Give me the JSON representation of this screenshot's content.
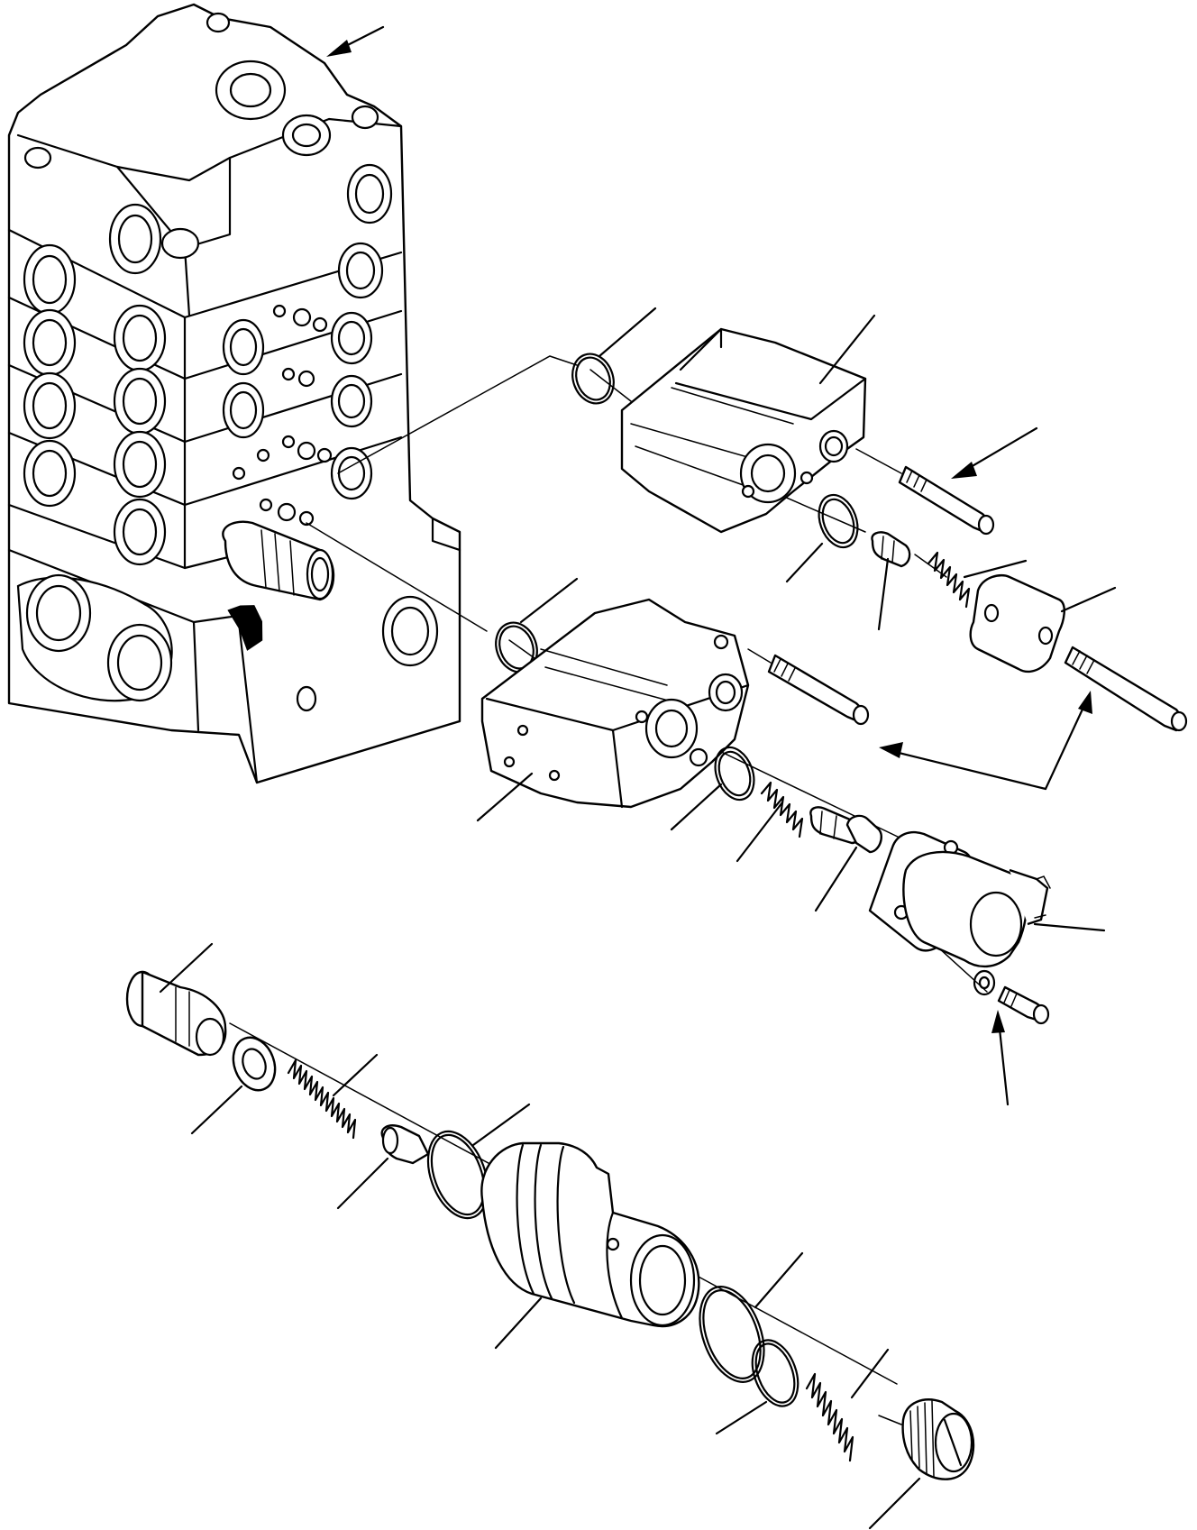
{
  "figure": {
    "description_visible_text": "",
    "callout_count": 22,
    "arrow_count": 7
  },
  "parts": [
    {
      "id": "valve-block-assembly"
    },
    {
      "id": "upper-o-ring"
    },
    {
      "id": "upper-valve-housing"
    },
    {
      "id": "upper-bolt"
    },
    {
      "id": "upper-o-ring-small"
    },
    {
      "id": "upper-valve-spool"
    },
    {
      "id": "upper-spring"
    },
    {
      "id": "upper-cover-plate"
    },
    {
      "id": "cover-bolt"
    },
    {
      "id": "middle-o-ring"
    },
    {
      "id": "middle-valve-housing"
    },
    {
      "id": "middle-bolt"
    },
    {
      "id": "middle-o-ring-small"
    },
    {
      "id": "middle-spring"
    },
    {
      "id": "middle-spool"
    },
    {
      "id": "solenoid-valve"
    },
    {
      "id": "solenoid-washer"
    },
    {
      "id": "solenoid-bolt"
    },
    {
      "id": "relief-plug"
    },
    {
      "id": "relief-washer"
    },
    {
      "id": "relief-spring"
    },
    {
      "id": "relief-poppet"
    },
    {
      "id": "relief-o-ring-large"
    },
    {
      "id": "relief-valve-body"
    },
    {
      "id": "relief-o-ring-a"
    },
    {
      "id": "relief-o-ring-b"
    },
    {
      "id": "relief-spring-small"
    },
    {
      "id": "adjust-screw"
    }
  ]
}
